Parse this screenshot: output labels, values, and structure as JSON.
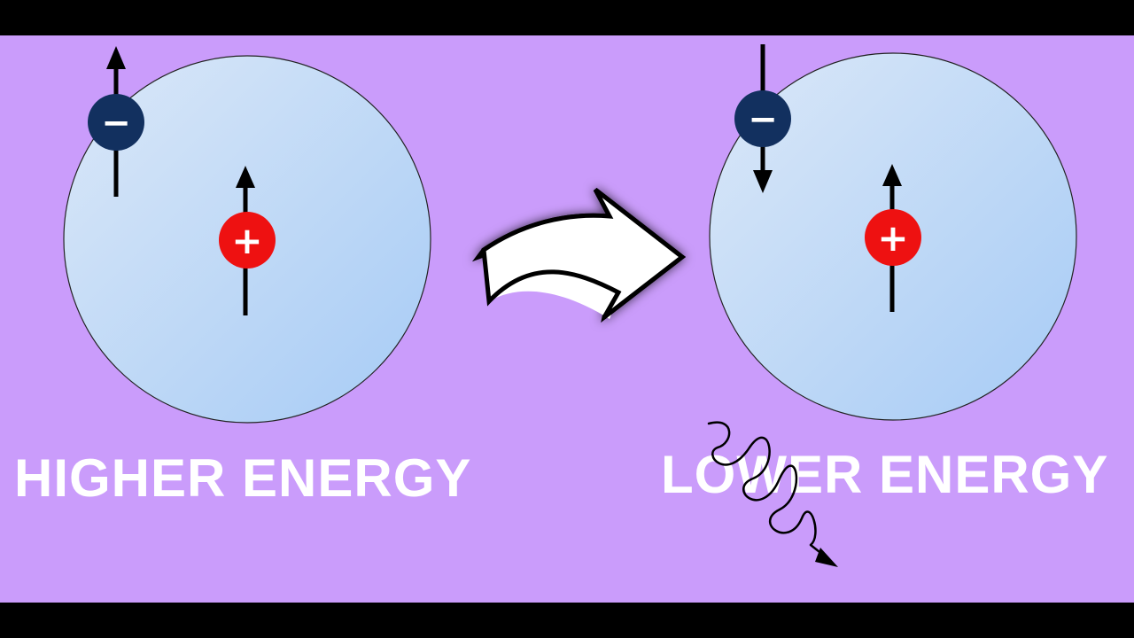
{
  "diagram": {
    "colors": {
      "background": "#ca9cfb",
      "letterbox": "#000000",
      "atom_fill_light": "#dbe8f8",
      "atom_fill_dark": "#a6cbf5",
      "electron": "#12305f",
      "proton": "#ee1111",
      "arrow": "#ffffff"
    },
    "left_atom": {
      "caption": "HIGHER ENERGY",
      "electron_sign": "−",
      "proton_sign": "+",
      "electron_spin": "up",
      "proton_spin": "up"
    },
    "right_atom": {
      "caption": "LOWER ENERGY",
      "electron_sign": "−",
      "proton_sign": "+",
      "electron_spin": "down",
      "proton_spin": "up"
    },
    "transition_arrow_icon": "curved-right-arrow-icon",
    "emitted_photon_icon": "wavy-photon-arrow-icon"
  }
}
